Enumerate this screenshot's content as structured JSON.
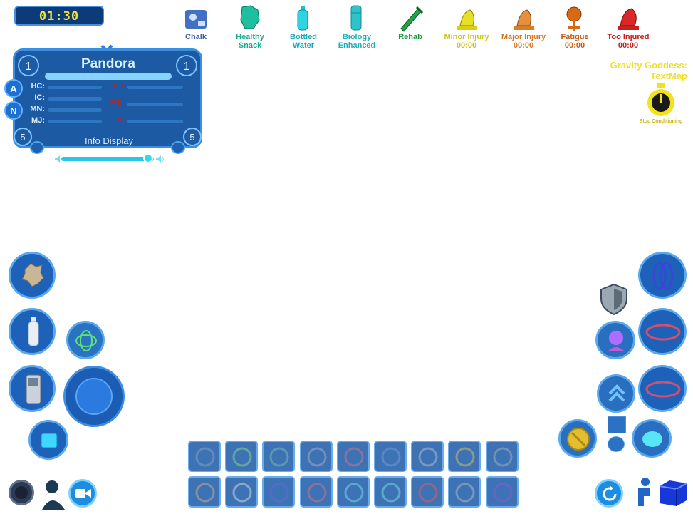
{
  "timer": "01:30",
  "panel": {
    "name": "Pandora",
    "corner_top_left": "1",
    "corner_top_right": "1",
    "corner_bottom_left": "5",
    "corner_bottom_right": "5",
    "stats_left": [
      "HC:",
      "IC:",
      "MN:",
      "MJ:"
    ],
    "stats_right": [
      "FT:",
      "MT:",
      "TI:"
    ],
    "side_buttons": [
      "A",
      "N"
    ],
    "info_label": "Info Display"
  },
  "top_items": [
    {
      "label": "Chalk",
      "label2": "",
      "color": "#3d5fa8",
      "icon": "chalk-card-icon"
    },
    {
      "label": "Healthy",
      "label2": "Snack",
      "color": "#1aa88f",
      "icon": "snack-icon"
    },
    {
      "label": "Bottled",
      "label2": "Water",
      "color": "#1aa8b8",
      "icon": "water-bottle-icon"
    },
    {
      "label": "Biology",
      "label2": "Enhanced",
      "color": "#1ab0b8",
      "icon": "biology-vial-icon"
    },
    {
      "label": "Rehab",
      "label2": "",
      "color": "#1a9a3a",
      "icon": "rehab-syringe-icon"
    },
    {
      "label": "Minor Injury",
      "label2": "00:00",
      "color": "#c9c219",
      "icon": "minor-injury-icon"
    },
    {
      "label": "Major Injury",
      "label2": "00:00",
      "color": "#d0792a",
      "icon": "major-injury-icon"
    },
    {
      "label": "Fatigue",
      "label2": "00:00",
      "color": "#c95b12",
      "icon": "fatigue-icon"
    },
    {
      "label": "Too Injured",
      "label2": "00:00",
      "color": "#c51b1b",
      "icon": "too-injured-icon"
    }
  ],
  "gravity": {
    "line1": "Gravity Goddess:",
    "line2": "TextMap"
  },
  "stop_label": "Stop Conditioning",
  "colors": {
    "panel": "#1c5aa3",
    "accent": "#3a8fe0",
    "timer_text": "#f2e23a"
  }
}
